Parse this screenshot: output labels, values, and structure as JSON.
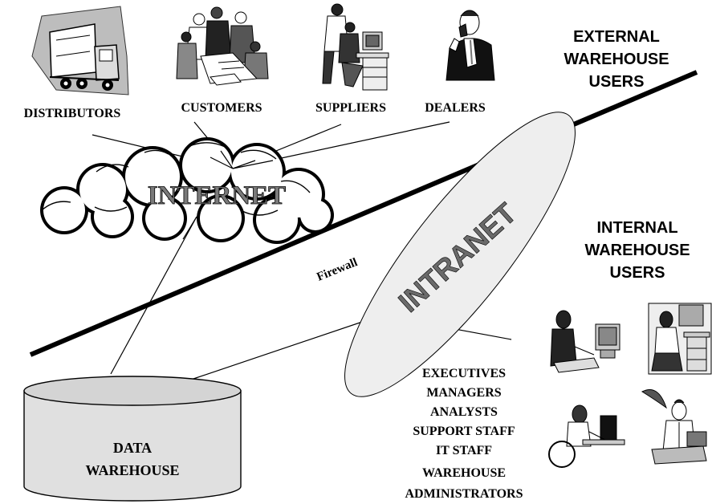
{
  "external": {
    "heading_line1": "EXTERNAL",
    "heading_line2": "WAREHOUSE",
    "heading_line3": "USERS",
    "users": [
      {
        "label": "DISTRIBUTORS",
        "icon": "truck-icon"
      },
      {
        "label": "CUSTOMERS",
        "icon": "business-people-icon"
      },
      {
        "label": "SUPPLIERS",
        "icon": "people-at-computer-icon"
      },
      {
        "label": "DEALERS",
        "icon": "man-on-phone-icon"
      }
    ]
  },
  "internet_label": "INTERNET",
  "firewall_label": "Firewall",
  "intranet_label": "INTRANET",
  "internal": {
    "heading_line1": "INTERNAL",
    "heading_line2": "WAREHOUSE",
    "heading_line3": "USERS",
    "roles": [
      "EXECUTIVES",
      "MANAGERS",
      "ANALYSTS",
      "SUPPORT STAFF",
      "IT STAFF",
      "WAREHOUSE",
      "ADMINISTRATORS"
    ]
  },
  "warehouse": {
    "line1": "DATA",
    "line2": "WAREHOUSE"
  },
  "colors": {
    "ink": "#000000",
    "cloud_fill": "#ffffff",
    "ellipse_fill": "#eeeeee",
    "internet_text": "#7a7a7a",
    "intranet_text": "#6a6a6a",
    "cylinder_fill": "#e0e0e0"
  }
}
